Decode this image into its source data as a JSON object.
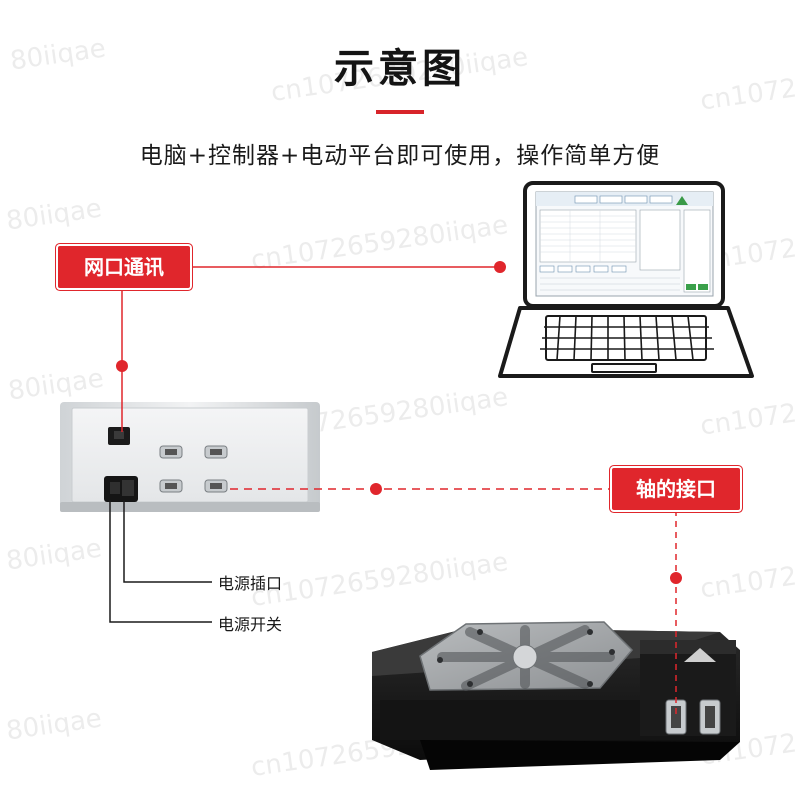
{
  "header": {
    "title": "示意图",
    "subtitle": "电脑+控制器+电动平台即可使用，操作简单方便"
  },
  "tags": {
    "network": "网口通讯",
    "axis": "轴的接口"
  },
  "labels": {
    "power_socket": "电源插口",
    "power_switch": "电源开关"
  },
  "watermarks": [
    "80iiqae",
    "cn1072659280iiqae",
    "cn1072"
  ],
  "colors": {
    "accent": "#e0262c",
    "text": "#141414",
    "laptop_outline": "#1a1a1a"
  }
}
